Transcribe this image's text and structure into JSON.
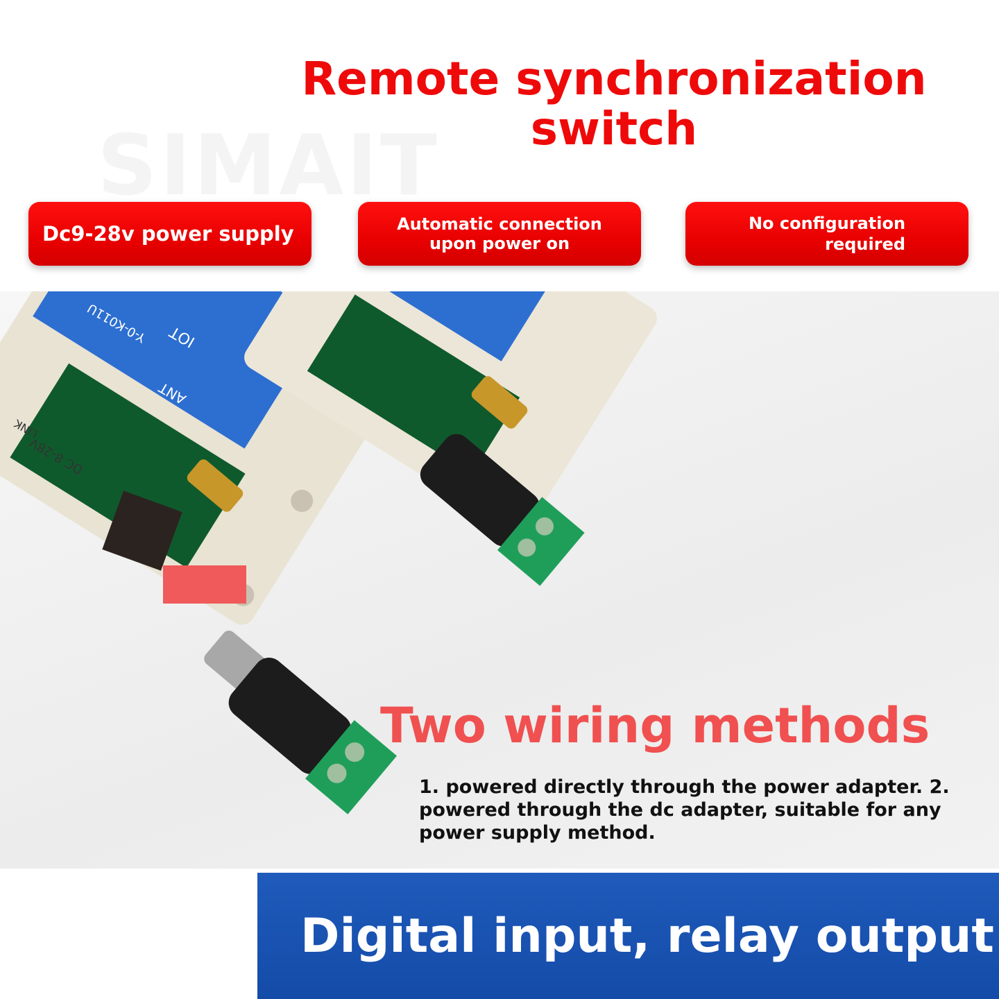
{
  "watermark": "SIMAIT",
  "title": {
    "line1": "Remote synchronization",
    "line2": "switch"
  },
  "features": [
    {
      "lines": [
        "Dc9-28v power supply"
      ]
    },
    {
      "lines": [
        "Automatic connection",
        "upon power on"
      ]
    },
    {
      "lines": [
        "No configuration",
        "required"
      ]
    }
  ],
  "device_labels": {
    "ant": "ANT",
    "link": "LINK",
    "dc": "DC 8-28V",
    "model": "IOT",
    "model_code": "Y-0-K011U"
  },
  "wiring": {
    "title": "Two wiring methods",
    "description": "1. powered directly through the power adapter. 2. powered through the dc adapter, suitable for any power supply method."
  },
  "banner": "Digital input, relay output",
  "colors": {
    "accent_red": "#ee0a0a",
    "title2_red": "#f05050",
    "banner_blue": "#1a55b5",
    "device_blue": "#2d6fd0",
    "terminal_green": "#1f9e5a"
  }
}
